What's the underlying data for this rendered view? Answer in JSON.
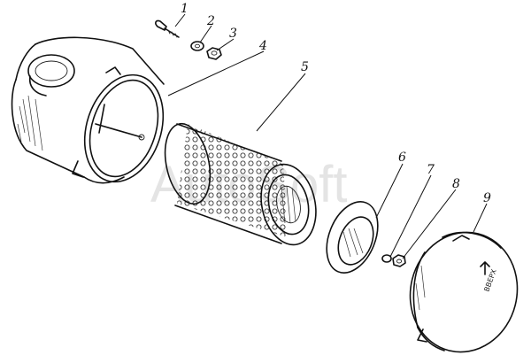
{
  "watermark": "AutoSoft",
  "emblem_text": "ВВЕРХ",
  "parts": [
    {
      "id": "part-1",
      "number": "1"
    },
    {
      "id": "part-2",
      "number": "2"
    },
    {
      "id": "part-3",
      "number": "3"
    },
    {
      "id": "part-4",
      "number": "4"
    },
    {
      "id": "part-5",
      "number": "5"
    },
    {
      "id": "part-6",
      "number": "6"
    },
    {
      "id": "part-7",
      "number": "7"
    },
    {
      "id": "part-8",
      "number": "8"
    },
    {
      "id": "part-9",
      "number": "9"
    }
  ]
}
